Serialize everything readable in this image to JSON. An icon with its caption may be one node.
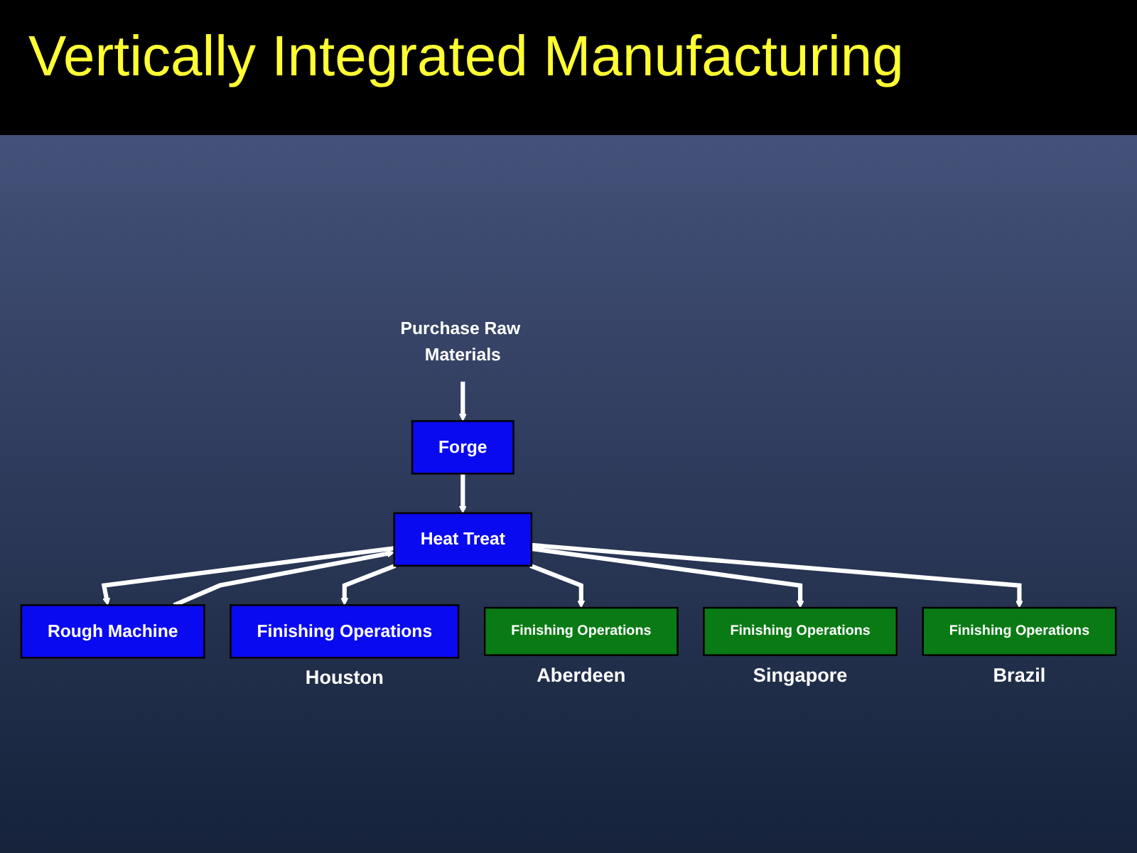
{
  "diagram": {
    "title": "Vertically Integrated Manufacturing",
    "nodes": [
      {
        "text": [
          "Purchase Raw Materials"
        ]
      },
      {
        "text": [
          "Forge"
        ]
      },
      {
        "text": [
          "Heat Treat"
        ]
      },
      {
        "text": [
          "Rough Machine"
        ]
      },
      {
        "text": [
          "Finishing Operations"
        ],
        "beside": [
          "Houston"
        ]
      },
      {
        "text": [
          "Finishing Operations"
        ],
        "beside": [
          "Aberdeen"
        ]
      },
      {
        "text": [
          "Finishing Operations"
        ],
        "beside": [
          "Singapore"
        ]
      },
      {
        "text": [
          "Finishing Operations"
        ],
        "beside": [
          "Brazil"
        ]
      }
    ],
    "edges": [
      {
        "from": 0,
        "to": 1,
        "arrow": "to"
      },
      {
        "from": 1,
        "to": 2,
        "arrow": "to"
      },
      {
        "from": 2,
        "to": 3,
        "arrow": "to"
      },
      {
        "from": 3,
        "to": 2,
        "arrow": "to"
      },
      {
        "from": 2,
        "to": 4,
        "arrow": "to"
      },
      {
        "from": 2,
        "to": 5,
        "arrow": "to"
      },
      {
        "from": 2,
        "to": 6,
        "arrow": "to"
      },
      {
        "from": 2,
        "to": 7,
        "arrow": "to"
      }
    ]
  }
}
